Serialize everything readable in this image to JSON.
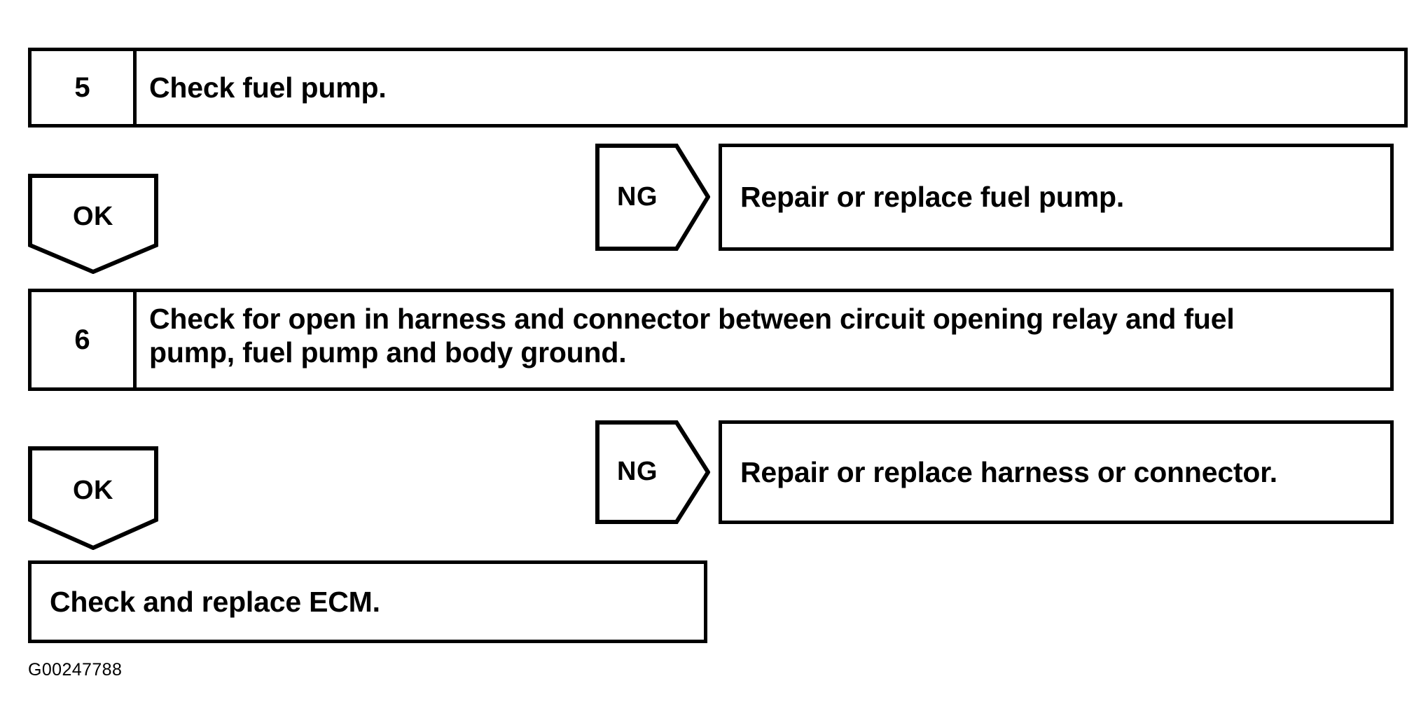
{
  "diagram": {
    "caption": "G00247788",
    "ink_color": "#000000",
    "background_color": "#ffffff",
    "steps": [
      {
        "number": "5",
        "text": "Check fuel pump.",
        "ok_label": "OK",
        "ng_label": "NG",
        "ng_result": "Repair or replace fuel pump."
      },
      {
        "number": "6",
        "text_line1": "Check for open in harness and connector between circuit opening relay and fuel",
        "text_line2": "pump, fuel pump and body ground.",
        "ok_label": "OK",
        "ng_label": "NG",
        "ng_result": "Repair or replace harness or connector."
      }
    ],
    "final_step": {
      "text": "Check and replace ECM."
    }
  }
}
